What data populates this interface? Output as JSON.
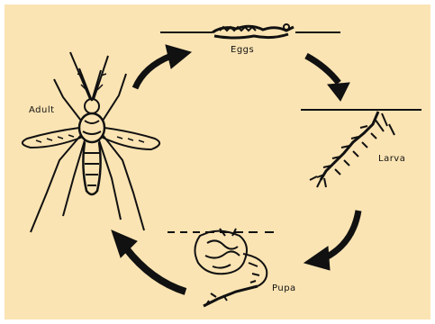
{
  "stages": {
    "eggs": "Eggs",
    "adult": "Adult",
    "larva": "Larva",
    "pupa": "Pupa"
  },
  "colors": {
    "background": "#fbe4b3",
    "ink": "#111111"
  },
  "icons": [
    "mosquito-adult",
    "egg-raft",
    "larva",
    "pupa",
    "cycle-arrow"
  ]
}
